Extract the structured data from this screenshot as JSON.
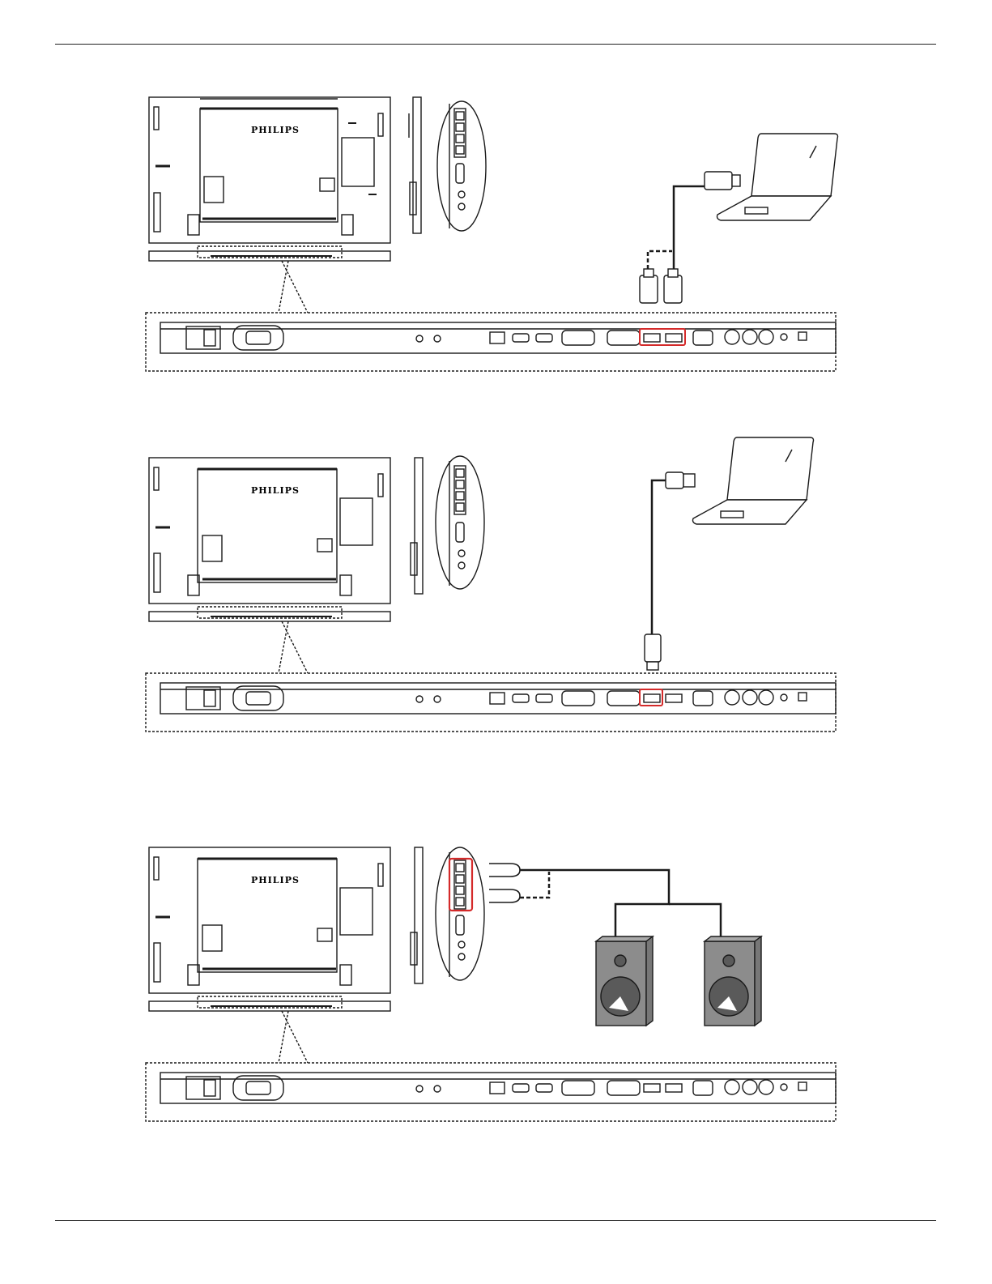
{
  "document": {
    "brand_logo": "PHILIPS",
    "sections": [
      {
        "id": "hdmi-connection",
        "highlight": "hdmi-ports",
        "source_device": "laptop"
      },
      {
        "id": "displayport-connection",
        "highlight": "displayport-port",
        "source_device": "laptop"
      },
      {
        "id": "speaker-connection",
        "highlight": "speaker-terminals",
        "source_device": "speakers"
      }
    ],
    "colors": {
      "line": "#1a1a1a",
      "highlight": "#d42a2a",
      "speaker_body": "#8c8c8c",
      "speaker_woofer": "#5a5a5a"
    }
  }
}
